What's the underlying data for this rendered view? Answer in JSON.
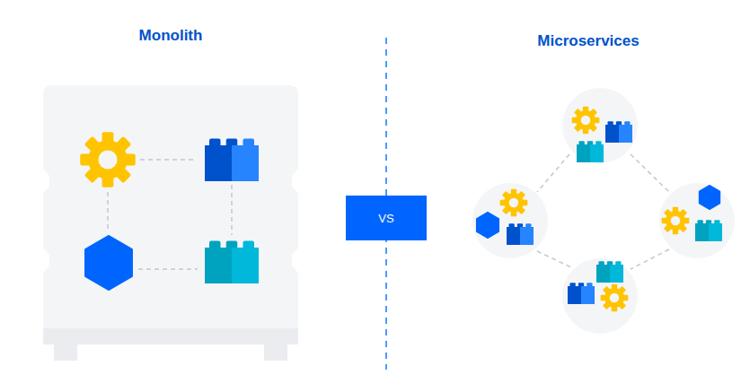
{
  "diagram": {
    "nodes": [
      {
        "text": [
          "Monolith"
        ]
      },
      {
        "text": [
          "VS"
        ]
      }
    ],
    "labels": [
      "Microservices"
    ]
  }
}
